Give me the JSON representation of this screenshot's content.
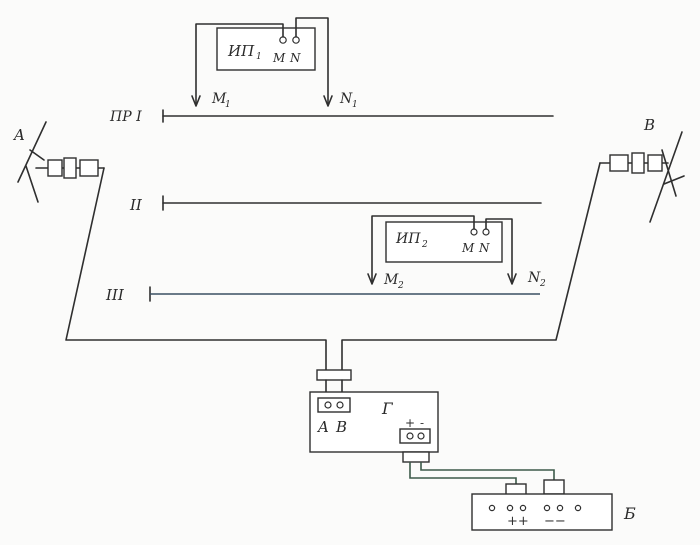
{
  "labels": {
    "ip1": "ИП",
    "ip1_sub": "1",
    "ip2": "ИП",
    "ip2_sub": "2",
    "m": "M",
    "n": "N",
    "m1": "M",
    "m1_sub": "1",
    "n1": "N",
    "n1_sub": "1",
    "m2": "M",
    "m2_sub": "2",
    "n2": "N",
    "n2_sub": "2",
    "profile1": "ПР I",
    "profile2": "II",
    "profile3": "III",
    "electrode_a": "A",
    "electrode_b": "B",
    "generator": "Г",
    "gen_a": "A",
    "gen_b": "B",
    "gen_plus": "+",
    "gen_minus": "-",
    "battery": "Б",
    "batt_plus": "++",
    "batt_minus": "−−"
  },
  "colors": {
    "line": "#2f2f2f",
    "battery_wire": "#3d5a4a",
    "profile3_line": "#3a4f63"
  }
}
